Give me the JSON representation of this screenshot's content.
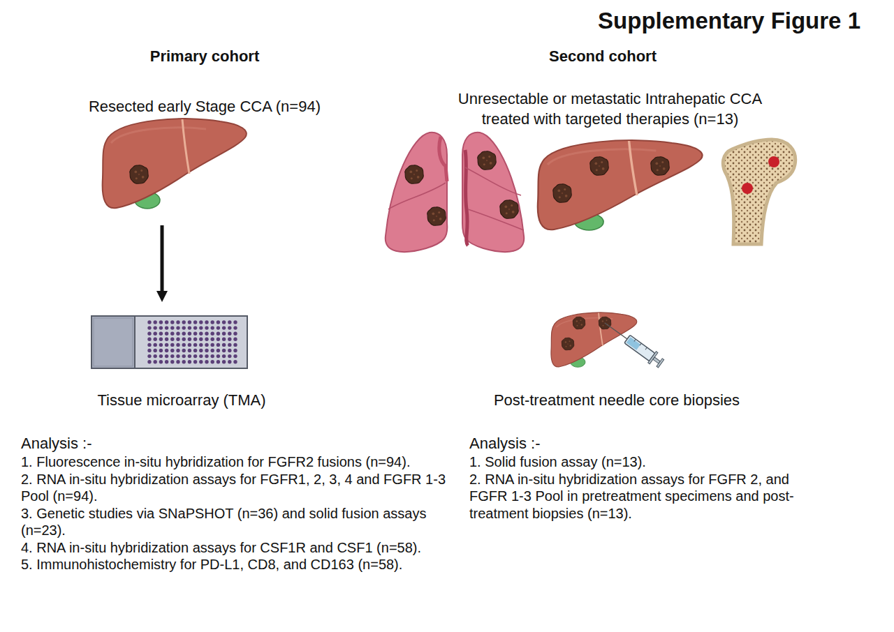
{
  "diagram": {
    "title": "Supplementary Figure 1",
    "nodes": [
      {
        "text": [
          "Resected early Stage CCA (n=94)"
        ]
      },
      {
        "text": [
          "Tissue microarray (TMA)"
        ]
      }
    ],
    "edges": [
      {
        "from": 0,
        "to": 1,
        "arrow": "to"
      }
    ],
    "labels": [
      "Primary cohort",
      "Second cohort",
      "Unresectable or metastatic Intrahepatic CCA treated with targeted therapies (n=13)",
      "Post-treatment needle core biopsies",
      "Analysis :-",
      "1. Fluorescence in-situ hybridization for FGFR2 fusions (n=94).",
      "2. RNA in-situ hybridization assays for FGFR1, 2, 3, 4 and FGFR 1-3 Pool (n=94).",
      "3. Genetic studies via SNaPSHOT (n=36) and solid fusion assays (n=23).",
      "4. RNA in-situ hybridization assays for CSF1R and CSF1 (n=58).",
      "5. Immunohistochemistry for PD-L1, CD8, and CD163 (n=58).",
      "Analysis :-",
      "1. Solid fusion assay (n=13).",
      "2. RNA in-situ hybridization assays for FGFR 2, and FGFR 1-3 Pool in pretreatment specimens and post-treatment biopsies (n=13)."
    ]
  }
}
